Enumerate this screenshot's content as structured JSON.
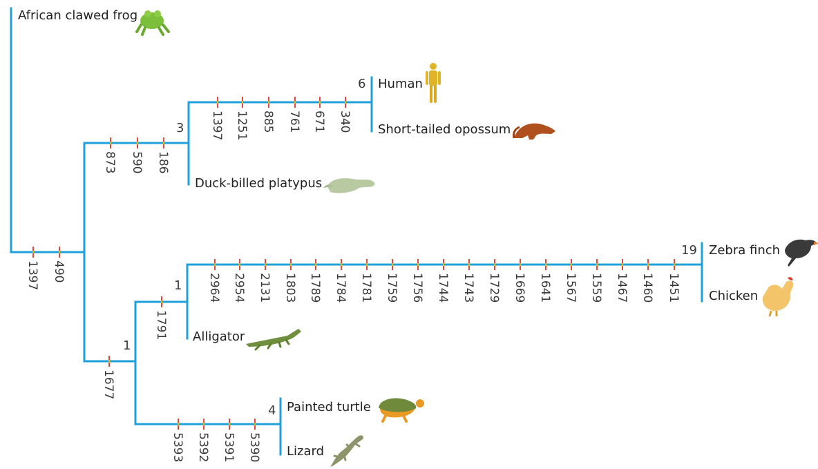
{
  "colors": {
    "branch": "#1ea0dd",
    "tick": "#e8463a",
    "tick_center": "#f5b400"
  },
  "taxa": {
    "frog": "African clawed frog",
    "human": "Human",
    "opossum": "Short-tailed opossum",
    "platypus": "Duck-billed platypus",
    "finch": "Zebra finch",
    "chicken": "Chicken",
    "alligator": "Alligator",
    "turtle": "Painted turtle",
    "lizard": "Lizard"
  },
  "node_labels": {
    "mammal_node": "3",
    "therian_node": "6",
    "archosaur_node": "1",
    "bird_node": "19",
    "reptile_node": "1",
    "turtle_lizard_node": "4"
  },
  "branch_marks": {
    "root_to_amniotes": [
      "1397",
      "490"
    ],
    "amniotes_to_mammals": [
      "873",
      "590",
      "186"
    ],
    "mammals_to_therians": [
      "1397",
      "1251",
      "885",
      "761",
      "671",
      "340"
    ],
    "amniotes_to_reptiles": [
      "1677"
    ],
    "reptiles_to_archosaurs": [
      "1791"
    ],
    "archosaurs_to_birds": [
      "2964",
      "2954",
      "2131",
      "1803",
      "1789",
      "1784",
      "1781",
      "1759",
      "1756",
      "1744",
      "1743",
      "1729",
      "1669",
      "1641",
      "1567",
      "1559",
      "1467",
      "1460",
      "1451"
    ],
    "reptiles_to_turtle_lizard": [
      "5393",
      "5392",
      "5391",
      "5390"
    ]
  },
  "icons": {
    "frog": "frog-icon",
    "human": "human-figure-icon",
    "opossum": "opossum-icon",
    "platypus": "platypus-icon",
    "finch": "finch-bird-icon",
    "chicken": "chicken-icon",
    "alligator": "alligator-icon",
    "turtle": "turtle-icon",
    "lizard": "lizard-icon"
  }
}
